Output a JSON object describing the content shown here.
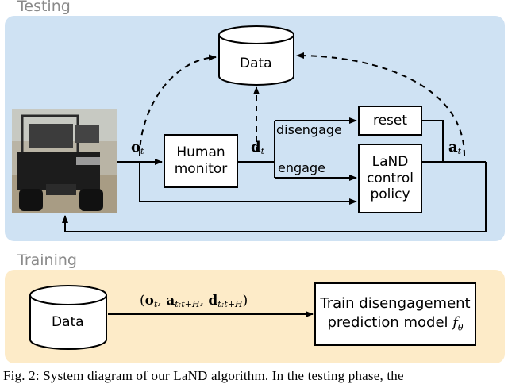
{
  "sections": {
    "testing_label": "Testing",
    "training_label": "Training"
  },
  "nodes": {
    "data_testing": "Data",
    "human_monitor_line1": "Human",
    "human_monitor_line2": "monitor",
    "reset": "reset",
    "policy_line1": "LaND",
    "policy_line2": "control",
    "policy_line3": "policy",
    "data_training": "Data",
    "train_line1": "Train disengagement",
    "train_line2": "prediction model"
  },
  "edge_labels": {
    "disengage": "disengage",
    "engage": "engage",
    "observation": "o",
    "observation_sub": "t",
    "disengagement": "d",
    "disengagement_sub": "t",
    "action": "a",
    "action_sub": "t",
    "model_symbol": "f",
    "model_sub": "θ",
    "training_tuple": {
      "open": "(",
      "o": "o",
      "o_sub": "t",
      "a": "a",
      "a_sub": "t:t+H",
      "d": "d",
      "d_sub": "t:t+H",
      "close": ")",
      "sep": ", "
    }
  },
  "caption": "Fig. 2: System diagram of our LaND algorithm. In the testing phase, the",
  "colors": {
    "testing_panel": "#cfe2f3",
    "training_panel": "#fdebc8",
    "section_label": "#8a8a8a"
  },
  "icons": {
    "robot": "robot-photo"
  }
}
